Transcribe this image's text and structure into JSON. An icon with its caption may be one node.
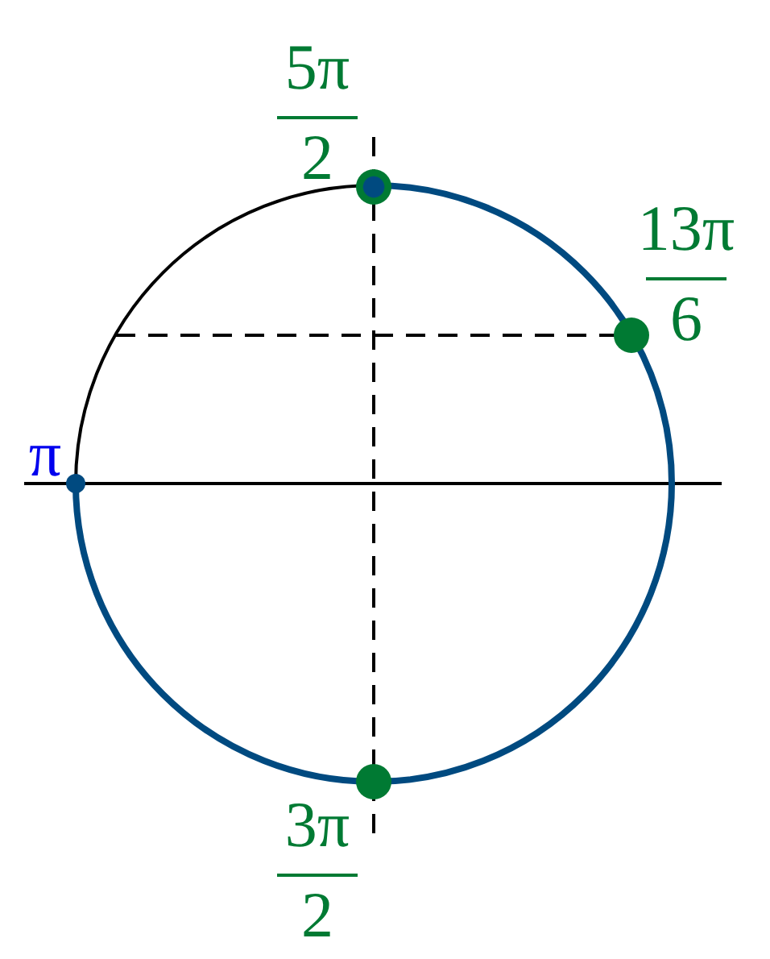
{
  "diagram": {
    "nodes": [
      {
        "text": [],
        "shape": "circle",
        "beside": [
          "5π",
          "2"
        ]
      },
      {
        "text": [],
        "shape": "circle",
        "beside": [
          "13π",
          "6"
        ]
      },
      {
        "text": [],
        "shape": "circle",
        "beside": [
          "π"
        ]
      },
      {
        "text": [],
        "shape": "circle",
        "beside": [
          "3π",
          "2"
        ]
      }
    ]
  }
}
